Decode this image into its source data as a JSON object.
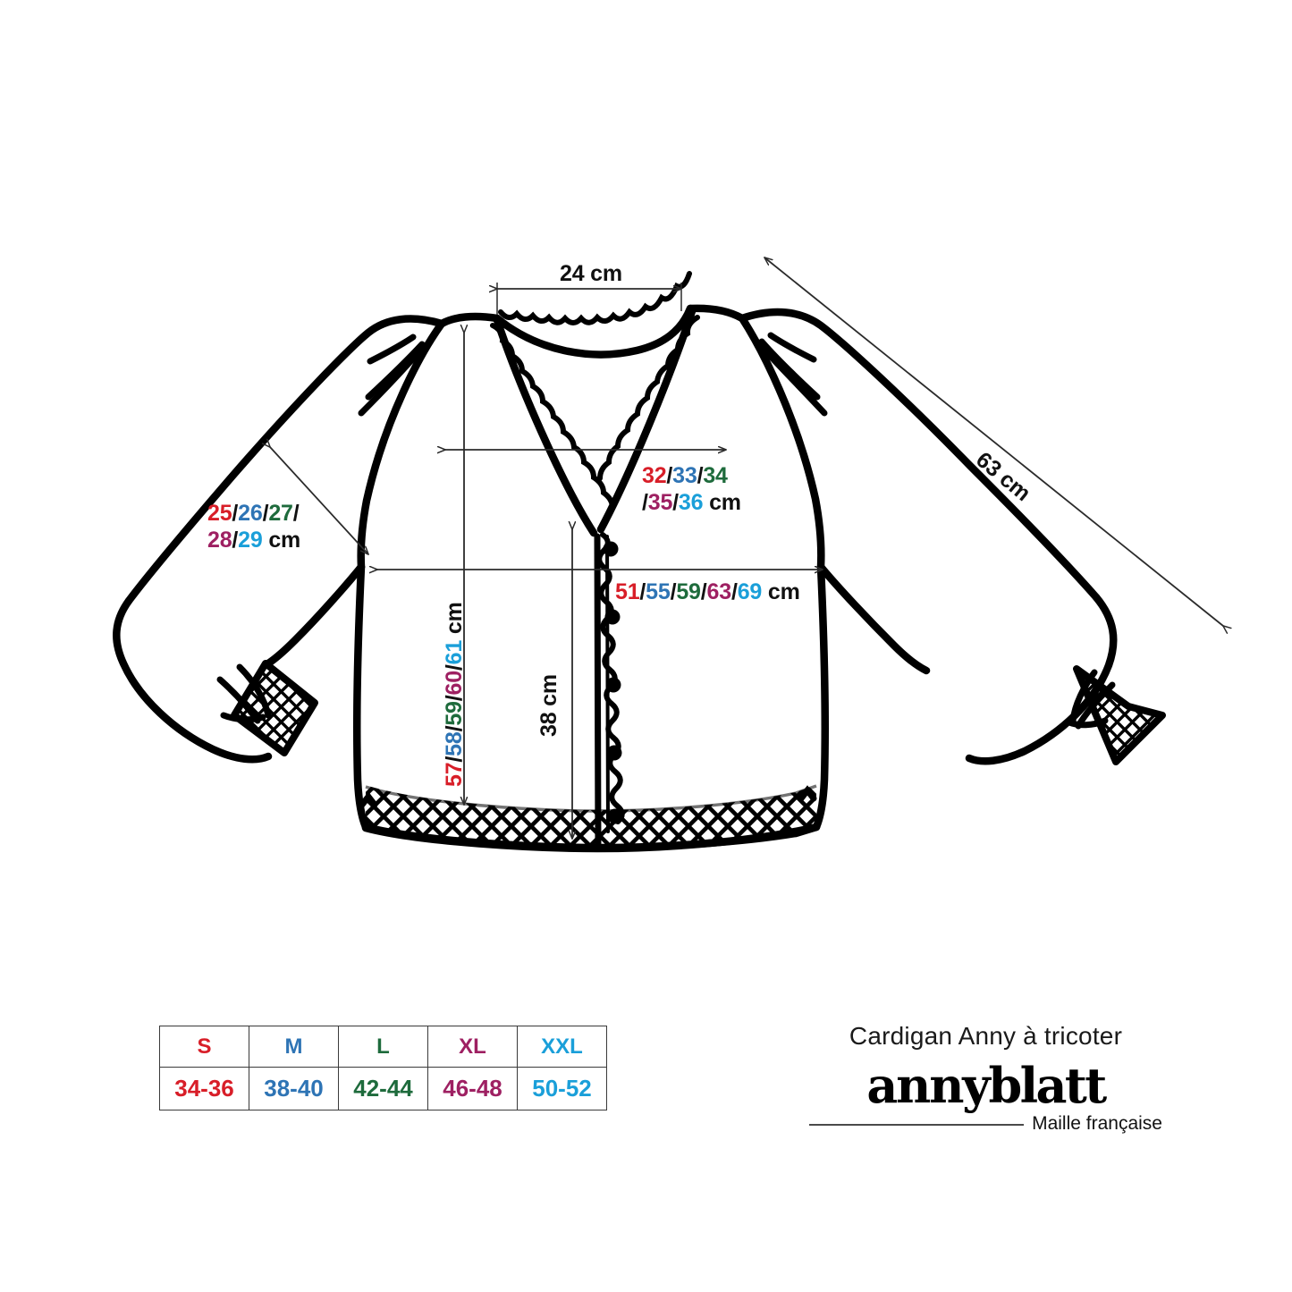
{
  "document": {
    "kind": "knitting-schematic",
    "caption": "Cardigan Anny à tricoter"
  },
  "brand": {
    "name_part1": "anny",
    "name_part2": "blatt",
    "tagline": "Maille française"
  },
  "colors": {
    "S": "#d81e28",
    "M": "#2e74b5",
    "L": "#1e6b3c",
    "XL": "#9e2062",
    "XXL": "#1a9fd9",
    "neutral": "#111111",
    "outline": "#000000",
    "dimension_line": "#3a3a3a"
  },
  "size_table": {
    "headers": [
      "S",
      "M",
      "L",
      "XL",
      "XXL"
    ],
    "values": [
      "34-36",
      "38-40",
      "42-44",
      "46-48",
      "50-52"
    ]
  },
  "measurements": {
    "neck_width": {
      "label": "24 cm",
      "value": "24",
      "unit": "cm",
      "multi": false
    },
    "sleeve_length_diagonal": {
      "label": "63 cm",
      "value": "63",
      "unit": "cm",
      "multi": false
    },
    "body_depth": {
      "label": "38 cm",
      "value": "38",
      "unit": "cm",
      "multi": false
    },
    "sleeve_width": {
      "values": [
        "25",
        "26",
        "27",
        "28",
        "29"
      ],
      "unit": "cm",
      "line1": [
        "25",
        "26",
        "27"
      ],
      "line2": [
        "28",
        "29"
      ]
    },
    "yoke_width": {
      "values": [
        "32",
        "33",
        "34",
        "35",
        "36"
      ],
      "unit": "cm",
      "line1": [
        "32",
        "33",
        "34"
      ],
      "line2": [
        "35",
        "36"
      ]
    },
    "chest_width": {
      "values": [
        "51",
        "55",
        "59",
        "63",
        "69"
      ],
      "unit": "cm"
    },
    "total_length": {
      "values": [
        "57",
        "58",
        "59",
        "60",
        "61"
      ],
      "unit": "cm"
    }
  }
}
